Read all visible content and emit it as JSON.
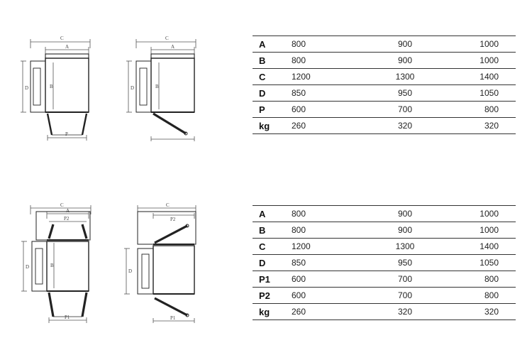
{
  "drawings": {
    "d1": {
      "c": "C",
      "a": "A",
      "d": "D",
      "b": "B",
      "p": "P"
    },
    "d2": {
      "c": "C",
      "a": "A",
      "d": "D",
      "b": "B"
    },
    "d3": {
      "c": "C",
      "a": "A",
      "p2": "P2",
      "d": "D",
      "b": "B",
      "p1": "P1"
    },
    "d4": {
      "c": "C",
      "p2": "P2",
      "d": "D",
      "p1": "P1"
    }
  },
  "tables": [
    {
      "rows": [
        {
          "label": "A",
          "v1": "800",
          "v2": "900",
          "v3": "1000"
        },
        {
          "label": "B",
          "v1": "800",
          "v2": "900",
          "v3": "1000"
        },
        {
          "label": "C",
          "v1": "1200",
          "v2": "1300",
          "v3": "1400"
        },
        {
          "label": "D",
          "v1": "850",
          "v2": "950",
          "v3": "1050"
        },
        {
          "label": "P",
          "v1": "600",
          "v2": "700",
          "v3": "800"
        },
        {
          "label": "kg",
          "v1": "260",
          "v2": "320",
          "v3": "320"
        }
      ]
    },
    {
      "rows": [
        {
          "label": "A",
          "v1": "800",
          "v2": "900",
          "v3": "1000"
        },
        {
          "label": "B",
          "v1": "800",
          "v2": "900",
          "v3": "1000"
        },
        {
          "label": "C",
          "v1": "1200",
          "v2": "1300",
          "v3": "1400"
        },
        {
          "label": "D",
          "v1": "850",
          "v2": "950",
          "v3": "1050"
        },
        {
          "label": "P1",
          "v1": "600",
          "v2": "700",
          "v3": "800"
        },
        {
          "label": "P2",
          "v1": "600",
          "v2": "700",
          "v3": "800"
        },
        {
          "label": "kg",
          "v1": "260",
          "v2": "320",
          "v3": "320"
        }
      ]
    }
  ]
}
